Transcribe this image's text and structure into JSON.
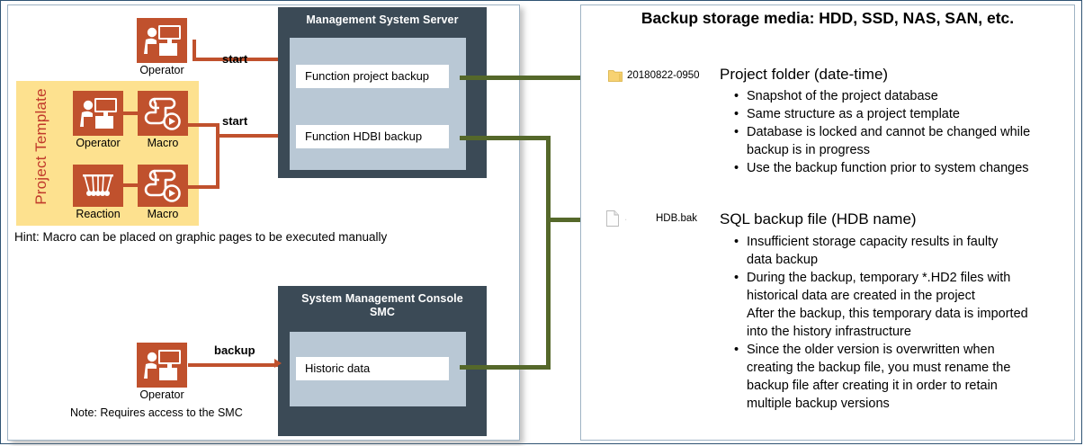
{
  "title": "Backup storage media: HDD, SSD, NAS, SAN, etc.",
  "left_panel": {
    "template_label": "Project Template",
    "hint": "Hint: Macro can be placed on graphic pages to be executed manually",
    "note": "Note: Requires access to the SMC",
    "icons": {
      "operator_top": "Operator",
      "operator_tpl": "Operator",
      "macro_top": "Macro",
      "reaction": "Reaction",
      "macro_bottom": "Macro",
      "operator_smc": "Operator"
    },
    "edge_labels": {
      "start_1": "start",
      "start_2": "start",
      "backup": "backup"
    },
    "server_mss": {
      "title": "Management System Server",
      "functions": [
        "Function project backup",
        "Function HDBI backup"
      ]
    },
    "server_smc": {
      "title_line1": "System Management Console",
      "title_line2": "SMC",
      "functions": [
        "Historic data"
      ]
    }
  },
  "right_panel": {
    "items": [
      {
        "icon": "folder-icon",
        "file_name": "20180822-0950",
        "heading": "Project folder (date-time)",
        "bullets": [
          {
            "text": "Snapshot of the project database",
            "cont": []
          },
          {
            "text": "Same structure as a project template",
            "cont": []
          },
          {
            "text": "Database is locked and cannot be changed while",
            "cont": [
              "backup is in progress"
            ]
          },
          {
            "text": "Use the backup function prior to system changes",
            "cont": []
          }
        ]
      },
      {
        "icon": "file-icon",
        "file_name": "HDB.bak",
        "file_name_faint": ".",
        "heading": "SQL backup file (HDB name)",
        "bullets": [
          {
            "text": "Insufficient storage capacity results in faulty",
            "cont": [
              "data backup"
            ]
          },
          {
            "text": "During the backup, temporary *.HD2 files with",
            "cont": [
              "historical data are created in the project",
              "After the backup, this temporary data is imported",
              "into the history infrastructure"
            ]
          },
          {
            "text": "Since the older version is overwritten when",
            "cont": [
              "creating the backup file, you must rename the",
              "backup file after creating it in order to retain",
              "multiple backup versions"
            ]
          }
        ]
      }
    ]
  },
  "colors": {
    "accent_red": "#c0512d",
    "accent_green": "#55682a",
    "server_dark": "#3b4a56",
    "server_inner": "#b9c8d5",
    "template_yellow": "#fde18f",
    "template_text": "#c0392b",
    "folder_yellow": "#f7d272"
  }
}
